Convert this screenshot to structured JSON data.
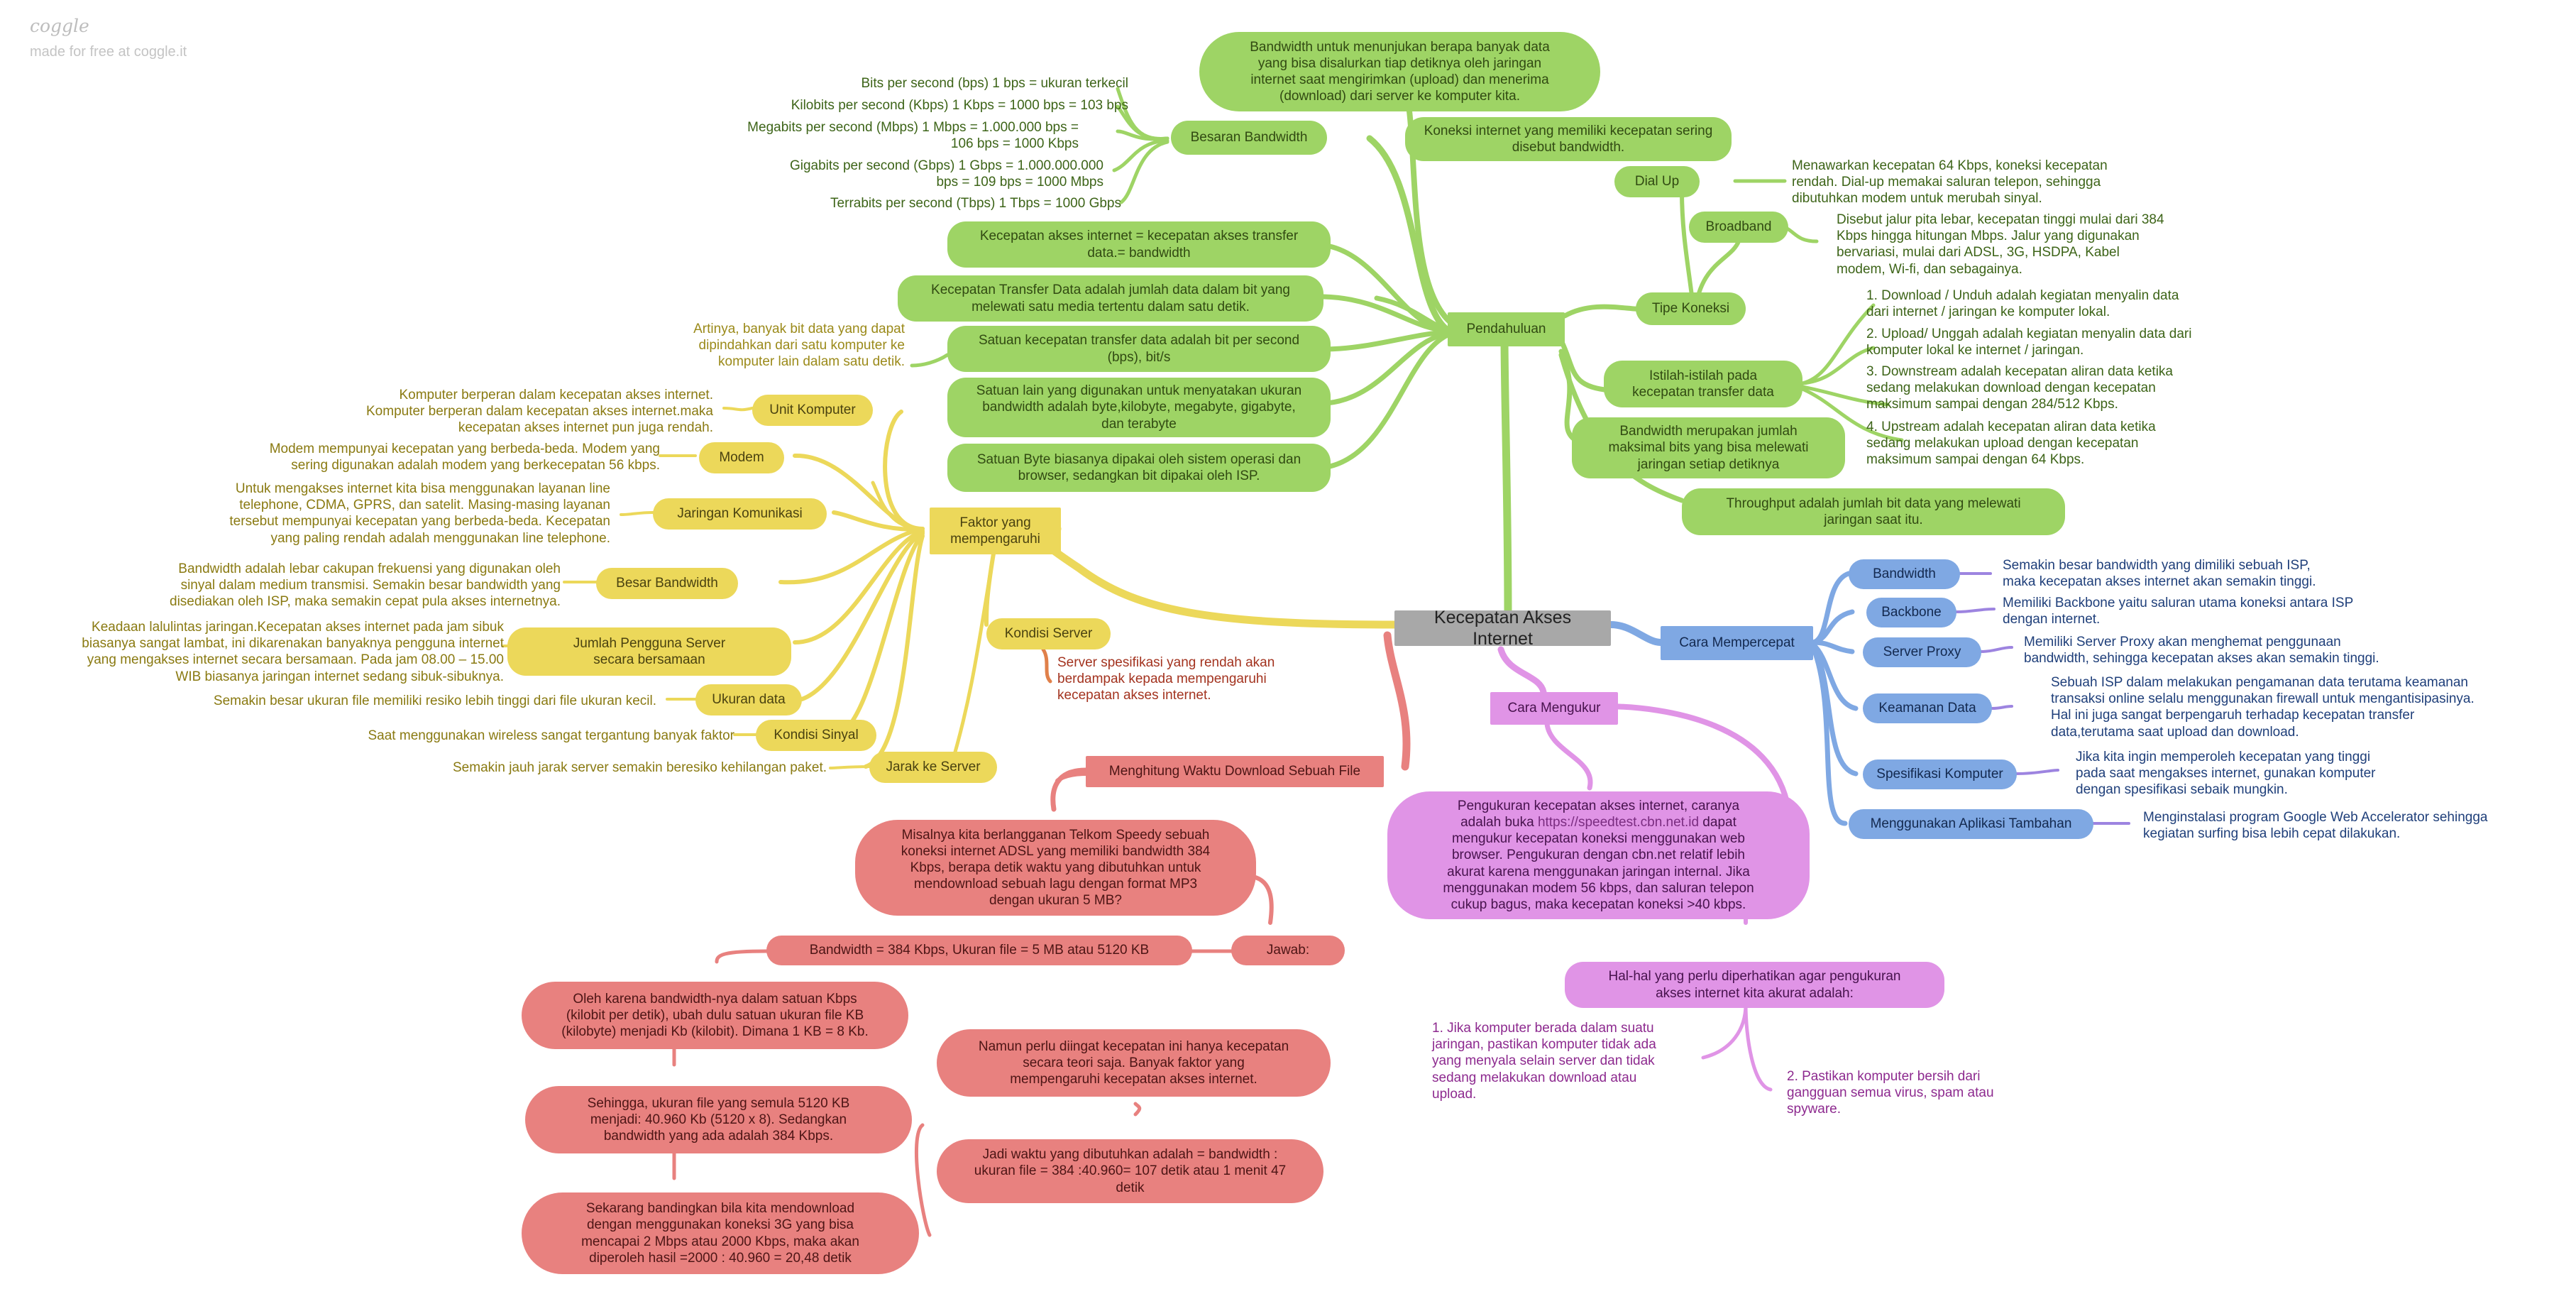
{
  "brand": {
    "logo": "coggle",
    "tagline": "made for free at coggle.it"
  },
  "colors": {
    "green": "#9ed465",
    "yellow": "#ecd85a",
    "blue": "#7fa8e3",
    "red": "#e8817f",
    "pink": "#e094e6",
    "root": "#a8a8a8"
  },
  "root": "Kecepatan Akses Internet",
  "green": {
    "pendahuluan": "Pendahuluan",
    "bandwidth_def": "Bandwidth untuk menunjukan berapa banyak data\nyang bisa disalurkan tiap detiknya oleh jaringan\ninternet saat mengirimkan (upload) dan menerima\n(download) dari server ke komputer kita.",
    "koneksi": "Koneksi internet yang memiliki kecepatan sering\ndisebut bandwidth.",
    "besaran": "Besaran Bandwidth",
    "besaran_items": [
      "Bits per second (bps) 1 bps = ukuran terkecil",
      "Kilobits per second (Kbps) 1 Kbps = 1000 bps = 103 bps",
      "Megabits per second (Mbps) 1 Mbps = 1.000.000 bps =\n106 bps = 1000 Kbps",
      "Gigabits per second (Gbps) 1 Gbps = 1.000.000.000\nbps = 109 bps = 1000 Mbps",
      "Terrabits per second (Tbps) 1 Tbps = 1000 Gbps"
    ],
    "kec_akses": "Kecepatan akses internet = kecepatan akses transfer\ndata.= bandwidth",
    "kec_transfer": "Kecepatan Transfer Data adalah jumlah data dalam bit yang\nmelewati satu media tertentu dalam satu detik.",
    "satuan_bps": "Satuan kecepatan transfer data adalah bit per second\n(bps), bit/s",
    "satuan_bps_note": "Artinya, banyak bit data yang dapat\ndipindahkan dari satu komputer ke\nkomputer lain dalam satu detik.",
    "satuan_lain": "Satuan lain yang digunakan untuk menyatakan ukuran\nbandwidth adalah byte,kilobyte, megabyte, gigabyte,\ndan terabyte",
    "satuan_byte": "Satuan Byte biasanya dipakai oleh sistem operasi dan\nbrowser, sedangkan bit dipakai oleh ISP.",
    "tipe": "Tipe Koneksi",
    "dialup": "Dial Up",
    "dialup_note": "Menawarkan kecepatan 64 Kbps, koneksi kecepatan\nrendah. Dial-up memakai saluran telepon, sehingga\ndibutuhkan modem untuk merubah sinyal.",
    "broadband": "Broadband",
    "broadband_note": "Disebut jalur pita lebar, kecepatan tinggi mulai dari 384\nKbps hingga hitungan Mbps. Jalur yang digunakan\nbervariasi, mulai dari ADSL, 3G, HSDPA, Kabel\nmodem, Wi-fi, dan sebagainya.",
    "istilah": "Istilah-istilah pada\nkecepatan transfer data",
    "istilah_items": [
      "1.  Download / Unduh adalah kegiatan menyalin data\n     dari internet / jaringan ke komputer lokal.",
      "2.  Upload/ Unggah adalah kegiatan menyalin data dari\n     komputer lokal ke internet / jaringan.",
      "3.  Downstream adalah kecepatan aliran data ketika\n     sedang melakukan download dengan kecepatan\n     maksimum sampai dengan 284/512 Kbps.",
      "4.  Upstream adalah kecepatan aliran data ketika\n     sedang melakukan upload dengan kecepatan\n     maksimum sampai dengan 64 Kbps."
    ],
    "bw_max": "Bandwidth merupakan jumlah\nmaksimal bits yang bisa melewati\njaringan setiap detiknya",
    "throughput": "Throughput adalah jumlah bit data yang melewati\njaringan saat itu."
  },
  "yellow": {
    "faktor": "Faktor yang\nmempengaruhi",
    "unit": "Unit Komputer",
    "unit_note": "Komputer berperan dalam kecepatan akses internet.\nKomputer berperan dalam kecepatan akses internet.maka\nkecepatan akses internet pun juga rendah.",
    "modem": "Modem",
    "modem_note": "Modem mempunyai kecepatan yang berbeda-beda. Modem yang\nsering digunakan adalah modem yang berkecepatan 56 kbps.",
    "jaringan": "Jaringan Komunikasi",
    "jaringan_note": "Untuk mengakses internet kita bisa menggunakan layanan line\ntelephone, CDMA, GPRS, dan satelit. Masing-masing layanan\ntersebut mempunyai kecepatan yang berbeda-beda. Kecepatan\nyang paling rendah adalah menggunakan line telephone.",
    "besar_bw": "Besar Bandwidth",
    "besar_bw_note": "Bandwidth adalah lebar cakupan frekuensi yang digunakan oleh\nsinyal dalam medium transmisi. Semakin besar bandwidth yang\ndisediakan oleh ISP, maka semakin cepat pula akses internetnya.",
    "jumlah": "Jumlah Pengguna Server\nsecara bersamaan",
    "jumlah_note": "Keadaan lalulintas jaringan.Kecepatan akses internet pada jam sibuk\nbiasanya sangat lambat, ini dikarenakan banyaknya pengguna internet\nyang mengakses internet secara bersamaan. Pada jam 08.00 – 15.00\nWIB biasanya jaringan internet sedang sibuk-sibuknya.",
    "ukuran": "Ukuran data",
    "ukuran_note": "Semakin besar ukuran file memiliki resiko lebih tinggi dari file ukuran kecil.",
    "sinyal": "Kondisi Sinyal",
    "sinyal_note": "Saat menggunakan wireless sangat tergantung banyak faktor",
    "jarak": "Jarak ke Server",
    "jarak_note": "Semakin jauh jarak server semakin beresiko kehilangan paket.",
    "kondisi_server": "Kondisi Server",
    "kondisi_server_note": "Server spesifikasi yang rendah akan\nberdampak kepada mempengaruhi\nkecepatan akses internet."
  },
  "blue": {
    "cara": "Cara Mempercepat",
    "items": [
      {
        "label": "Bandwidth",
        "note": "Semakin besar bandwidth yang dimiliki sebuah ISP,\nmaka kecepatan akses internet akan semakin tinggi."
      },
      {
        "label": "Backbone",
        "note": "Memiliki Backbone yaitu saluran utama koneksi antara ISP\ndengan internet."
      },
      {
        "label": "Server Proxy",
        "note": "Memiliki Server Proxy akan menghemat penggunaan\nbandwidth, sehingga kecepatan akses akan semakin tinggi."
      },
      {
        "label": "Keamanan Data",
        "note": "Sebuah ISP dalam melakukan pengamanan data terutama keamanan\ntransaksi online selalu menggunakan firewall untuk mengantisipasinya.\nHal ini juga sangat berpengaruh terhadap kecepatan transfer\ndata,terutama saat upload dan download."
      },
      {
        "label": "Spesifikasi Komputer",
        "note": "Jika kita ingin memperoleh kecepatan yang tinggi\npada saat mengakses internet, gunakan komputer\ndengan spesifikasi sebaik mungkin."
      },
      {
        "label": "Menggunakan Aplikasi Tambahan",
        "note": "Menginstalasi program Google Web Accelerator sehingga\nkegiatan surfing bisa lebih cepat dilakukan."
      }
    ]
  },
  "red": {
    "menghitung": "Menghitung Waktu Download Sebuah File",
    "misal": "Misalnya kita berlangganan Telkom Speedy sebuah\nkoneksi internet ADSL yang memiliki bandwidth 384\nKbps, berapa detik waktu yang dibutuhkan untuk\nmendownload sebuah lagu dengan format MP3\ndengan ukuran 5 MB?",
    "jawab": "Jawab:",
    "diketahui": "Bandwidth = 384 Kbps, Ukuran file = 5 MB atau 5120 KB",
    "konversi": "Oleh karena bandwidth-nya dalam satuan Kbps\n(kilobit per detik), ubah dulu satuan ukuran file KB\n(kilobyte) menjadi Kb (kilobit). Dimana 1 KB = 8 Kb.",
    "sehingga": "Sehingga, ukuran file yang semula 5120 KB\nmenjadi: 40.960 Kb (5120 x 8). Sedangkan\nbandwidth yang ada adalah 384 Kbps.",
    "bandingkan": "Sekarang bandingkan bila kita mendownload\ndengan menggunakan koneksi 3G yang bisa\nmencapai 2 Mbps atau 2000 Kbps, maka akan\ndiperoleh hasil =2000 : 40.960 = 20,48 detik",
    "jadi": "Jadi waktu yang dibutuhkan adalah = bandwidth :\nukuran file = 384 :40.960= 107 detik atau 1 menit 47\ndetik",
    "namun": "Namun perlu diingat kecepatan ini hanya kecepatan\nsecara teori saja. Banyak faktor yang\nmempengaruhi kecepatan akses internet."
  },
  "pink": {
    "cara_ukur": "Cara Mengukur",
    "pengukuran_a": "Pengukuran kecepatan akses internet, caranya\nadalah buka ",
    "pengukuran_link": "https://speedtest.cbn.net.id",
    "pengukuran_b": " dapat\nmengukur kecepatan koneksi menggunakan web\nbrowser. Pengukuran dengan cbn.net relatif lebih\nakurat karena menggunakan jaringan internal. Jika\nmenggunakan modem 56 kbps, dan saluran telepon\ncukup bagus, maka kecepatan koneksi >40 kbps.",
    "hal": "Hal-hal yang perlu diperhatikan agar pengukuran\nakses internet kita akurat adalah:",
    "item1": "1.  Jika komputer berada dalam suatu\n     jaringan, pastikan komputer tidak ada\n     yang menyala selain server dan tidak\n     sedang melakukan download atau\n     upload.",
    "item2": "2.  Pastikan komputer bersih dari\n     gangguan semua virus, spam atau\n     spyware."
  }
}
